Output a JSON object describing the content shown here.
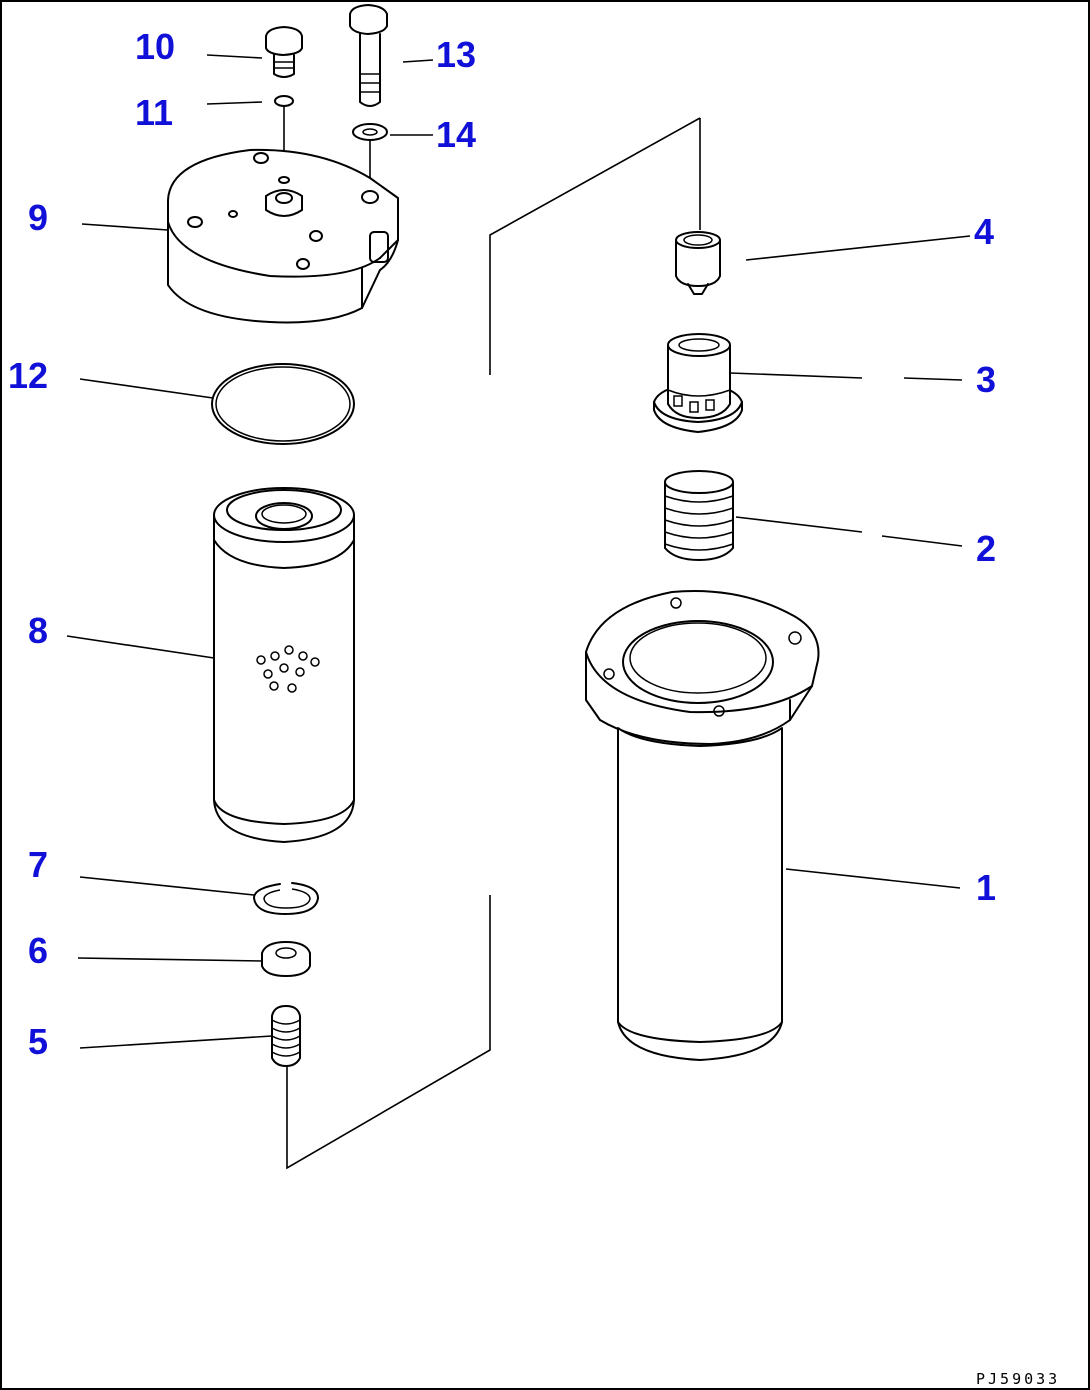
{
  "callouts": {
    "c1": "1",
    "c2": "2",
    "c3": "3",
    "c4": "4",
    "c5": "5",
    "c6": "6",
    "c7": "7",
    "c8": "8",
    "c9": "9",
    "c10": "10",
    "c11": "11",
    "c12": "12",
    "c13": "13",
    "c14": "14"
  },
  "drawing_code": "PJ59033",
  "colors": {
    "callout": "#1010d8",
    "line": "#000000",
    "background": "#ffffff"
  }
}
